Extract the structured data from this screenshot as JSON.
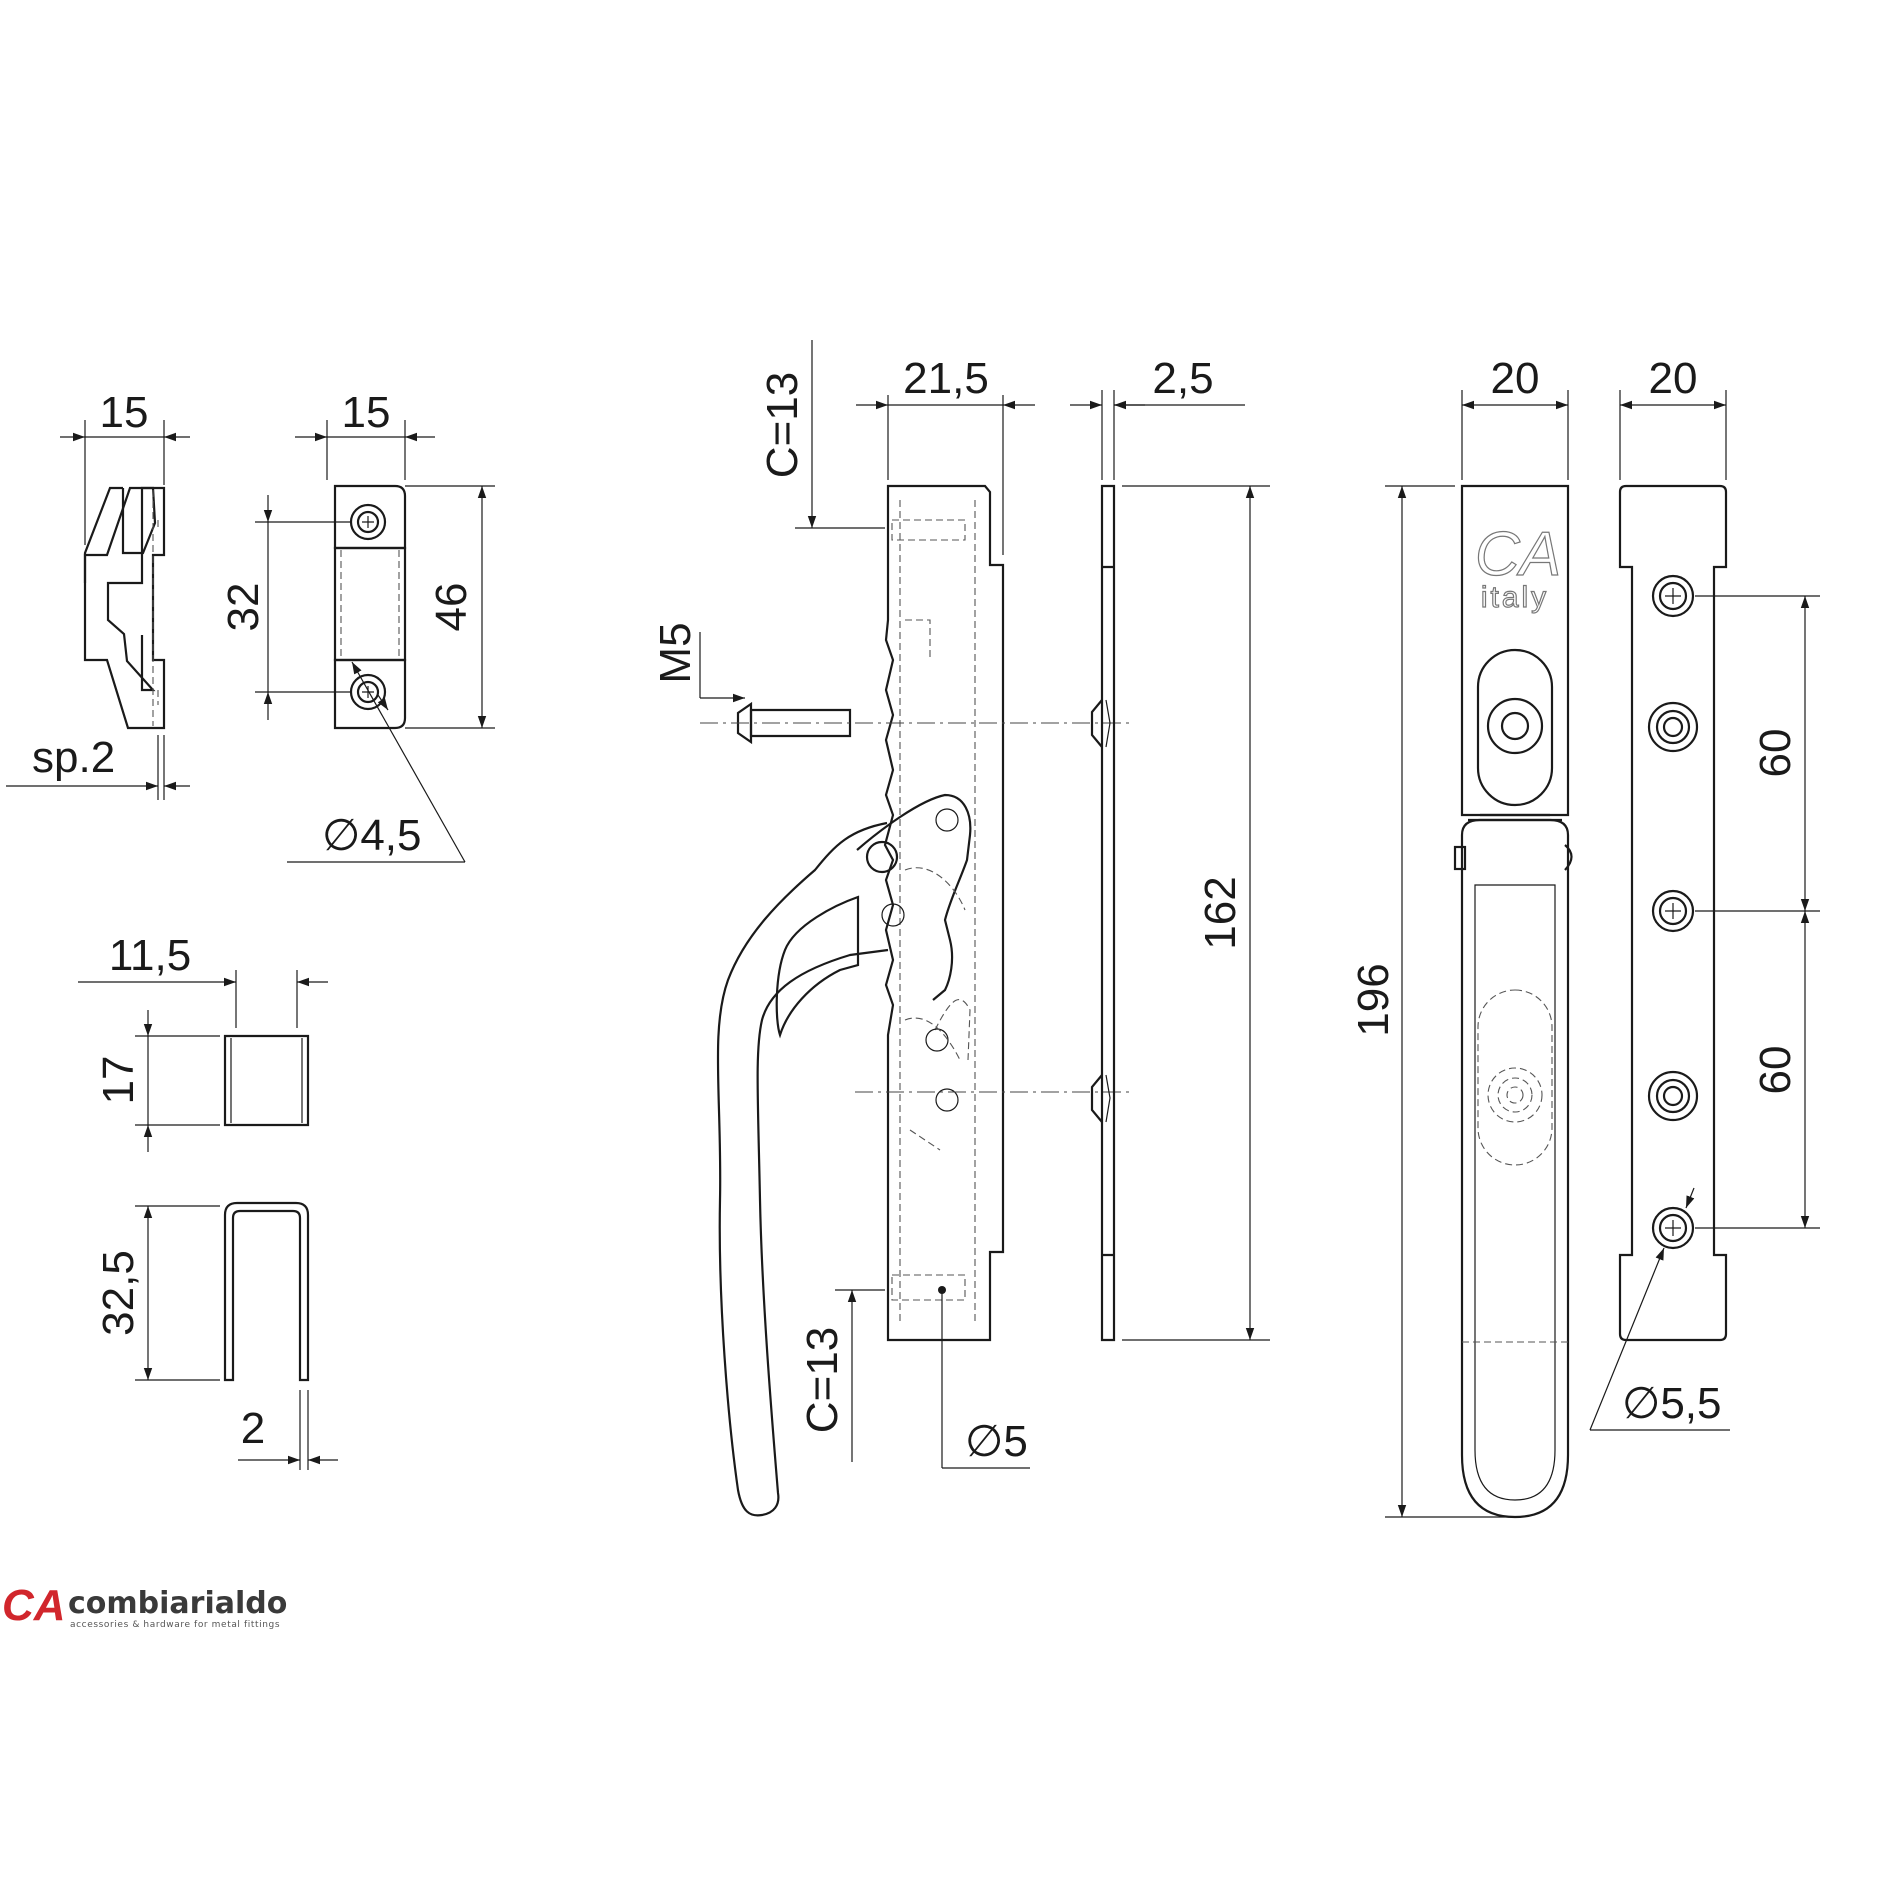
{
  "dimensions": {
    "keeper_side_width": "15",
    "keeper_front_width": "15",
    "keeper_hole_spacing": "32",
    "keeper_height": "46",
    "keeper_thickness": "sp.2",
    "keeper_hole_diameter": "∅4,5",
    "spacer_width": "11,5",
    "spacer_height": "17",
    "clip_height": "32,5",
    "clip_thickness": "2",
    "c_top": "C=13",
    "c_bottom": "C=13",
    "body_width": "21,5",
    "screw_thread": "M5",
    "plate_thickness": "2,5",
    "plate_length": "162",
    "pin_diameter": "∅5",
    "front_width": "20",
    "back_width": "20",
    "overall_length": "196",
    "hole_spacing_upper": "60",
    "hole_spacing_lower": "60",
    "back_hole_diameter": "∅5,5"
  },
  "emboss": {
    "brand_mark": "CA",
    "origin": "italy"
  },
  "logo": {
    "mark": "CA",
    "name": "combiarialdo",
    "tagline": "accessories & hardware for metal fittings"
  },
  "colors": {
    "line": "#1a1a1a",
    "logo_red": "#d1262c",
    "logo_grey": "#3a3a3a"
  }
}
